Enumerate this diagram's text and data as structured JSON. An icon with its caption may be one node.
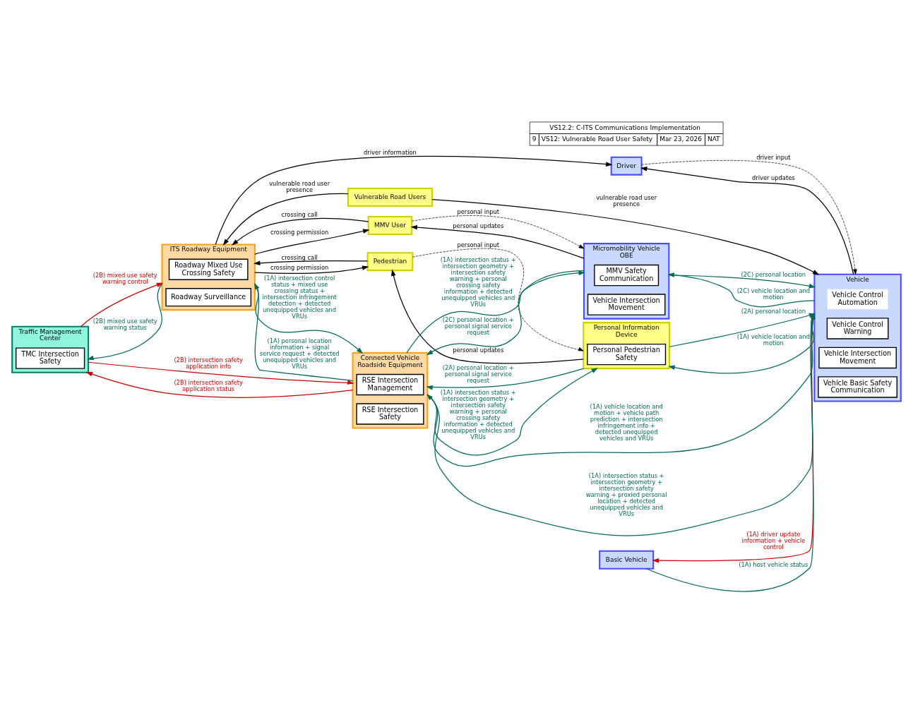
{
  "diagram": {
    "nodes": [
      {
        "text": [
          "Traffic Management Center"
        ]
      },
      {
        "text": [
          "TMC Intersection Safety"
        ],
        "in": 0
      },
      {
        "text": [
          "ITS Roadway Equipment"
        ]
      },
      {
        "text": [
          "Roadway Mixed Use Crossing Safety"
        ],
        "in": 2
      },
      {
        "text": [
          "Roadway Surveillance"
        ],
        "in": 2
      },
      {
        "text": [
          "Driver"
        ]
      },
      {
        "text": [
          "Vulnerable Road Users"
        ]
      },
      {
        "text": [
          "MMV User"
        ]
      },
      {
        "text": [
          "Pedestrian"
        ]
      },
      {
        "text": [
          "Connected Vehicle Roadside Equipment"
        ]
      },
      {
        "text": [
          "RSE Intersection Management"
        ],
        "in": 9
      },
      {
        "text": [
          "RSE Intersection Safety"
        ],
        "in": 9
      },
      {
        "text": [
          "Personal Information Device"
        ]
      },
      {
        "text": [
          "Personal Pedestrian Safety"
        ],
        "in": 12
      },
      {
        "text": [
          "Micromobility Vehicle OBE"
        ]
      },
      {
        "text": [
          "MMV Safety Communication"
        ],
        "in": 14
      },
      {
        "text": [
          "Vehicle Intersection Movement"
        ],
        "in": 14
      },
      {
        "text": [
          "Vehicle"
        ]
      },
      {
        "text": [
          "Vehicle Control Automation"
        ],
        "in": 17
      },
      {
        "text": [
          "Vehicle Control Warning"
        ],
        "in": 17
      },
      {
        "text": [
          "Vehicle Intersection Movement"
        ],
        "in": 17
      },
      {
        "text": [
          "Vehicle Basic Safety Communication"
        ],
        "in": 17
      },
      {
        "text": [
          "Basic Vehicle"
        ]
      }
    ],
    "edges": [
      {
        "from": 0,
        "to": 2,
        "arrow": "to",
        "label": "(2B) mixed use safety warning control",
        "color": "#cc0000"
      },
      {
        "from": 2,
        "to": 0,
        "arrow": "to",
        "label": "(2B) mixed use safety warning status"
      },
      {
        "from": 2,
        "to": 5,
        "arrow": "to",
        "label": "driver information",
        "color": "#000000"
      },
      {
        "from": 6,
        "to": 2,
        "arrow": "to",
        "label": "vulnerable road user presence",
        "color": "#000000"
      },
      {
        "from": 7,
        "to": 2,
        "arrow": "to",
        "label": "crossing call",
        "color": "#000000"
      },
      {
        "from": 2,
        "to": 7,
        "arrow": "to",
        "label": "crossing permission",
        "color": "#000000"
      },
      {
        "from": 8,
        "to": 2,
        "arrow": "to",
        "label": "crossing call",
        "color": "#000000"
      },
      {
        "from": 2,
        "to": 8,
        "arrow": "to",
        "label": "crossing permission",
        "color": "#000000"
      },
      {
        "from": 2,
        "to": 9,
        "arrow": "to",
        "label": "(1A) intersection control status + mixed use crossing status + intersection infringement detection + detected unequipped vehicles and VRUs"
      },
      {
        "from": 9,
        "to": 2,
        "arrow": "to",
        "label": "(1A) personal location information + signal service request + detected unequipped vehicles and VRUs"
      },
      {
        "from": 0,
        "to": 9,
        "arrow": "to",
        "label": "(2B) intersection safety application info",
        "color": "#cc0000"
      },
      {
        "from": 9,
        "to": 0,
        "arrow": "to",
        "label": "(2B) intersection safety application status",
        "color": "#cc0000"
      },
      {
        "from": 8,
        "to": 12,
        "arrow": "to",
        "label": "personal input",
        "style": "dashed",
        "color": "#000000"
      },
      {
        "from": 12,
        "to": 8,
        "arrow": "to",
        "label": "personal updates",
        "color": "#000000"
      },
      {
        "from": 7,
        "to": 14,
        "arrow": "to",
        "label": "personal input",
        "style": "dashed",
        "color": "#000000"
      },
      {
        "from": 14,
        "to": 7,
        "arrow": "to",
        "label": "personal updates",
        "color": "#000000"
      },
      {
        "from": 5,
        "to": 17,
        "arrow": "to",
        "label": "driver input",
        "style": "dashed",
        "color": "#000000"
      },
      {
        "from": 17,
        "to": 5,
        "arrow": "to",
        "label": "driver updates",
        "color": "#000000"
      },
      {
        "from": 6,
        "to": 17,
        "arrow": "to",
        "label": "vulnerable road user presence",
        "color": "#000000"
      },
      {
        "from": 12,
        "to": 9,
        "arrow": "to",
        "label": "(2A) personal location + personal signal service request"
      },
      {
        "from": 9,
        "to": 12,
        "arrow": "to",
        "label": "(1A) intersection status + intersection geometry + intersection safety warning + personal crossing safety information + detected unequipped vehicles and VRUs"
      },
      {
        "from": 12,
        "to": 17,
        "arrow": "to",
        "label": "(2A) personal location"
      },
      {
        "from": 17,
        "to": 12,
        "arrow": "to",
        "label": "(1A) vehicle location and motion"
      },
      {
        "from": 14,
        "to": 9,
        "arrow": "to",
        "label": "(2C) personal location + personal signal service request"
      },
      {
        "from": 9,
        "to": 14,
        "arrow": "to",
        "label": "(1A) intersection status + intersection geometry + intersection safety warning + personal crossing safety information + detected unequipped vehicles and VRUs"
      },
      {
        "from": 9,
        "to": 17,
        "arrow": "to",
        "label": "(1A) intersection status + intersection geometry + intersection safety warning + proxied personal location + detected unequipped vehicles and VRUs"
      },
      {
        "from": 17,
        "to": 9,
        "arrow": "to",
        "label": "(1A) vehicle location and motion + vehicle path prediction + intersection infringement info + detected unequipped vehicles and VRUs"
      },
      {
        "from": 14,
        "to": 17,
        "arrow": "to",
        "label": "(2C) personal location"
      },
      {
        "from": 17,
        "to": 14,
        "arrow": "to",
        "label": "(2C) vehicle location and motion"
      },
      {
        "from": 17,
        "to": 22,
        "arrow": "to",
        "label": "(1A) driver update information + vehicle control",
        "color": "#cc0000"
      },
      {
        "from": 22,
        "to": 17,
        "arrow": "to",
        "label": "(1A) host vehicle status"
      }
    ],
    "labels": [
      "VS12.2: C-ITS Communications Implementation",
      "9",
      "VS12: Vulnerable Road User Safety",
      "Mar 23, 2026",
      "NAT"
    ]
  }
}
